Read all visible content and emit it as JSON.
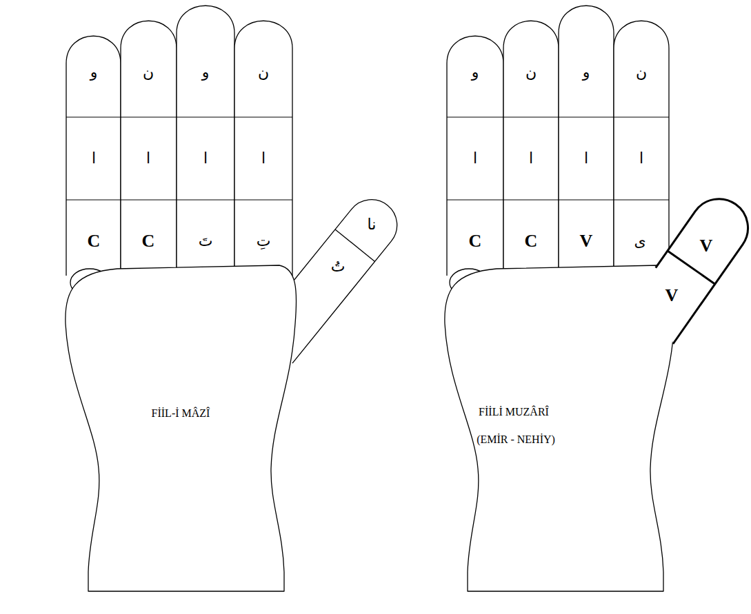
{
  "diagram": {
    "nodes": [
      {
        "text": [
          "FİİL-İ MÂZÎ"
        ]
      },
      {
        "text": [
          "و"
        ],
        "in": 0
      },
      {
        "text": [
          "ن"
        ],
        "in": 0
      },
      {
        "text": [
          "و"
        ],
        "in": 0
      },
      {
        "text": [
          "ن"
        ],
        "in": 0
      },
      {
        "text": [
          "ا"
        ],
        "in": 0
      },
      {
        "text": [
          "ا"
        ],
        "in": 0
      },
      {
        "text": [
          "ا"
        ],
        "in": 0
      },
      {
        "text": [
          "ا"
        ],
        "in": 0
      },
      {
        "text": [
          "C"
        ],
        "in": 0
      },
      {
        "text": [
          "C"
        ],
        "in": 0
      },
      {
        "text": [
          "تَ"
        ],
        "in": 0
      },
      {
        "text": [
          "تِ"
        ],
        "in": 0
      },
      {
        "text": [
          "نا"
        ],
        "in": 0
      },
      {
        "text": [
          "تُ"
        ],
        "in": 0
      },
      {
        "text": [
          "FİİLİ MUZÂRÎ",
          "(EMİR - NEHİY)"
        ]
      },
      {
        "text": [
          "و"
        ],
        "in": 15
      },
      {
        "text": [
          "ن"
        ],
        "in": 15
      },
      {
        "text": [
          "و"
        ],
        "in": 15
      },
      {
        "text": [
          "ن"
        ],
        "in": 15
      },
      {
        "text": [
          "ا"
        ],
        "in": 15
      },
      {
        "text": [
          "ا"
        ],
        "in": 15
      },
      {
        "text": [
          "ا"
        ],
        "in": 15
      },
      {
        "text": [
          "ا"
        ],
        "in": 15
      },
      {
        "text": [
          "C"
        ],
        "in": 15
      },
      {
        "text": [
          "C"
        ],
        "in": 15
      },
      {
        "text": [
          "V"
        ],
        "in": 15
      },
      {
        "text": [
          "ى"
        ],
        "in": 15
      },
      {
        "text": [
          "V"
        ],
        "in": 15
      },
      {
        "text": [
          "V"
        ],
        "in": 15
      }
    ]
  }
}
